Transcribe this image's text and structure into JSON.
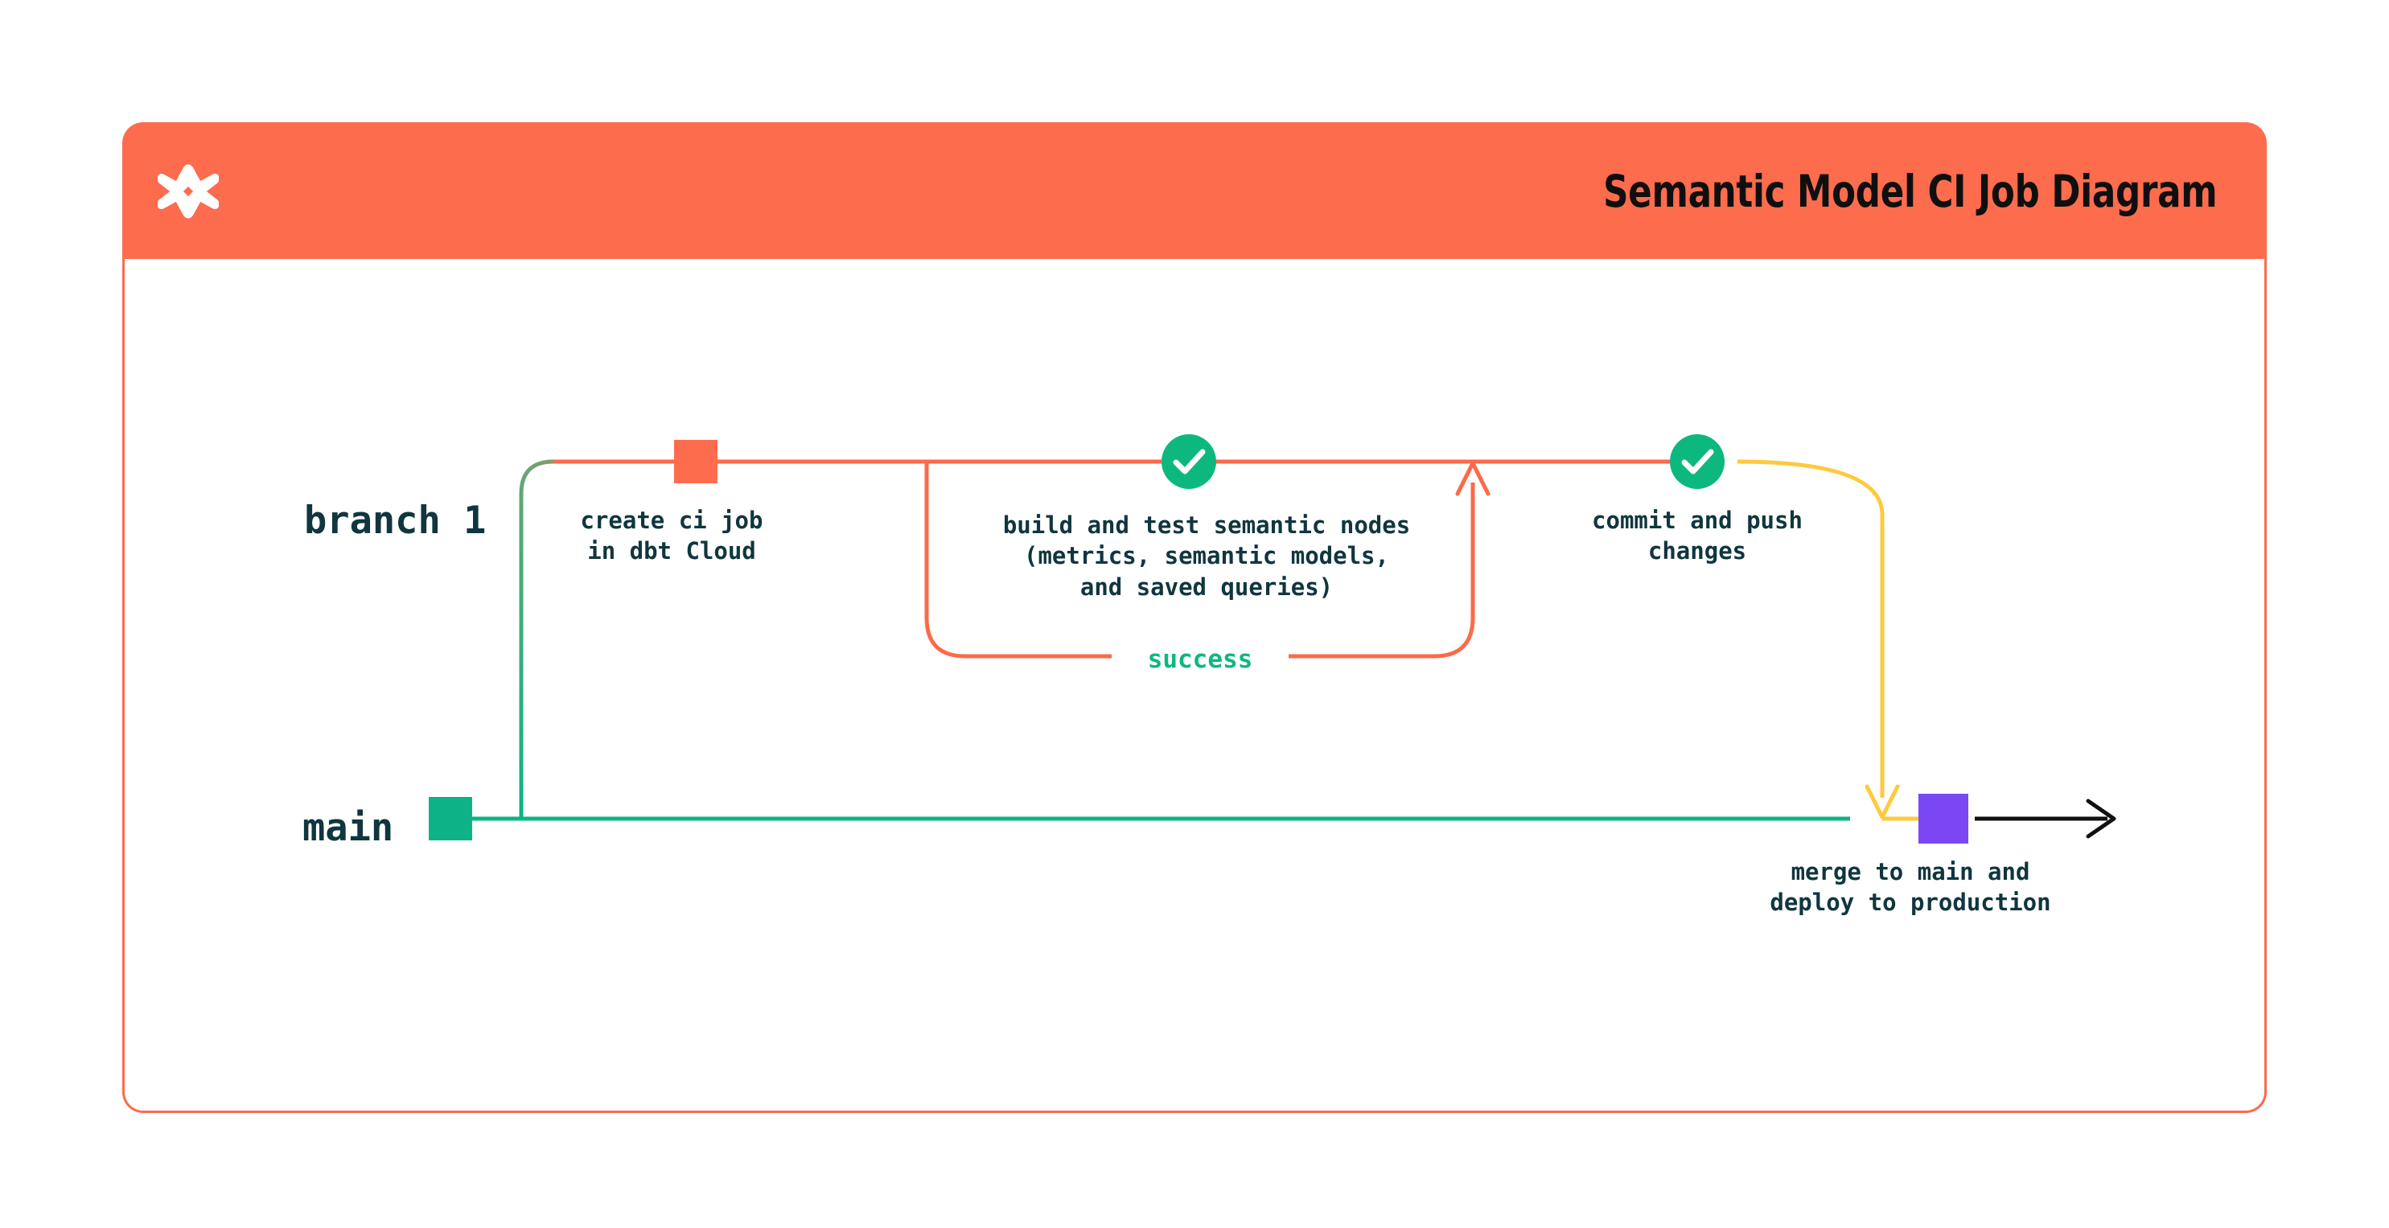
{
  "card": {
    "title": "Semantic Model CI Job Diagram",
    "logo_icon": "dbt-logo-icon"
  },
  "colors": {
    "brand_orange": "#FD6C4D",
    "border_orange": "#FB6A4A",
    "branch_line_orange": "#FB6A4A",
    "main_line_teal": "#0DB386",
    "success_green": "#0DB87E",
    "merge_yellow": "#FFC93E",
    "merge_node_purple": "#7B47F5",
    "text_dark": "#10363F",
    "card_background": "#FFFFFF"
  },
  "diagram": {
    "type": "git-branch-flow",
    "lanes": [
      {
        "id": "branch-1",
        "label": "branch 1",
        "color": "#FB6A4A"
      },
      {
        "id": "main",
        "label": "main",
        "color": "#0DB386"
      }
    ],
    "nodes": [
      {
        "id": "create-ci-job",
        "lane": "branch-1",
        "marker": "square",
        "marker_color": "#FD6C4D",
        "label": "create ci job\nin dbt Cloud"
      },
      {
        "id": "build-and-test",
        "lane": "branch-1",
        "marker": "check-circle",
        "marker_color": "#0DB87E",
        "label": "build and test semantic nodes\n(metrics, semantic models,\nand saved queries)"
      },
      {
        "id": "commit-and-push",
        "lane": "branch-1",
        "marker": "check-circle",
        "marker_color": "#0DB87E",
        "label": "commit and push\nchanges"
      },
      {
        "id": "merge-to-main",
        "lane": "main",
        "marker": "square",
        "marker_color": "#7B47F5",
        "label": "merge to main and\ndeploy to production"
      }
    ],
    "edges": [
      {
        "id": "success-loop",
        "label": "success",
        "label_color": "#0DB87E",
        "color": "#FB6A4A",
        "style": "rounded-loop-with-arrow"
      },
      {
        "id": "merge-down",
        "label": "",
        "color": "#FFC93E",
        "style": "rounded-down-with-arrow"
      },
      {
        "id": "main-continues",
        "label": "",
        "color": "#111111",
        "style": "straight-with-arrow"
      }
    ]
  }
}
